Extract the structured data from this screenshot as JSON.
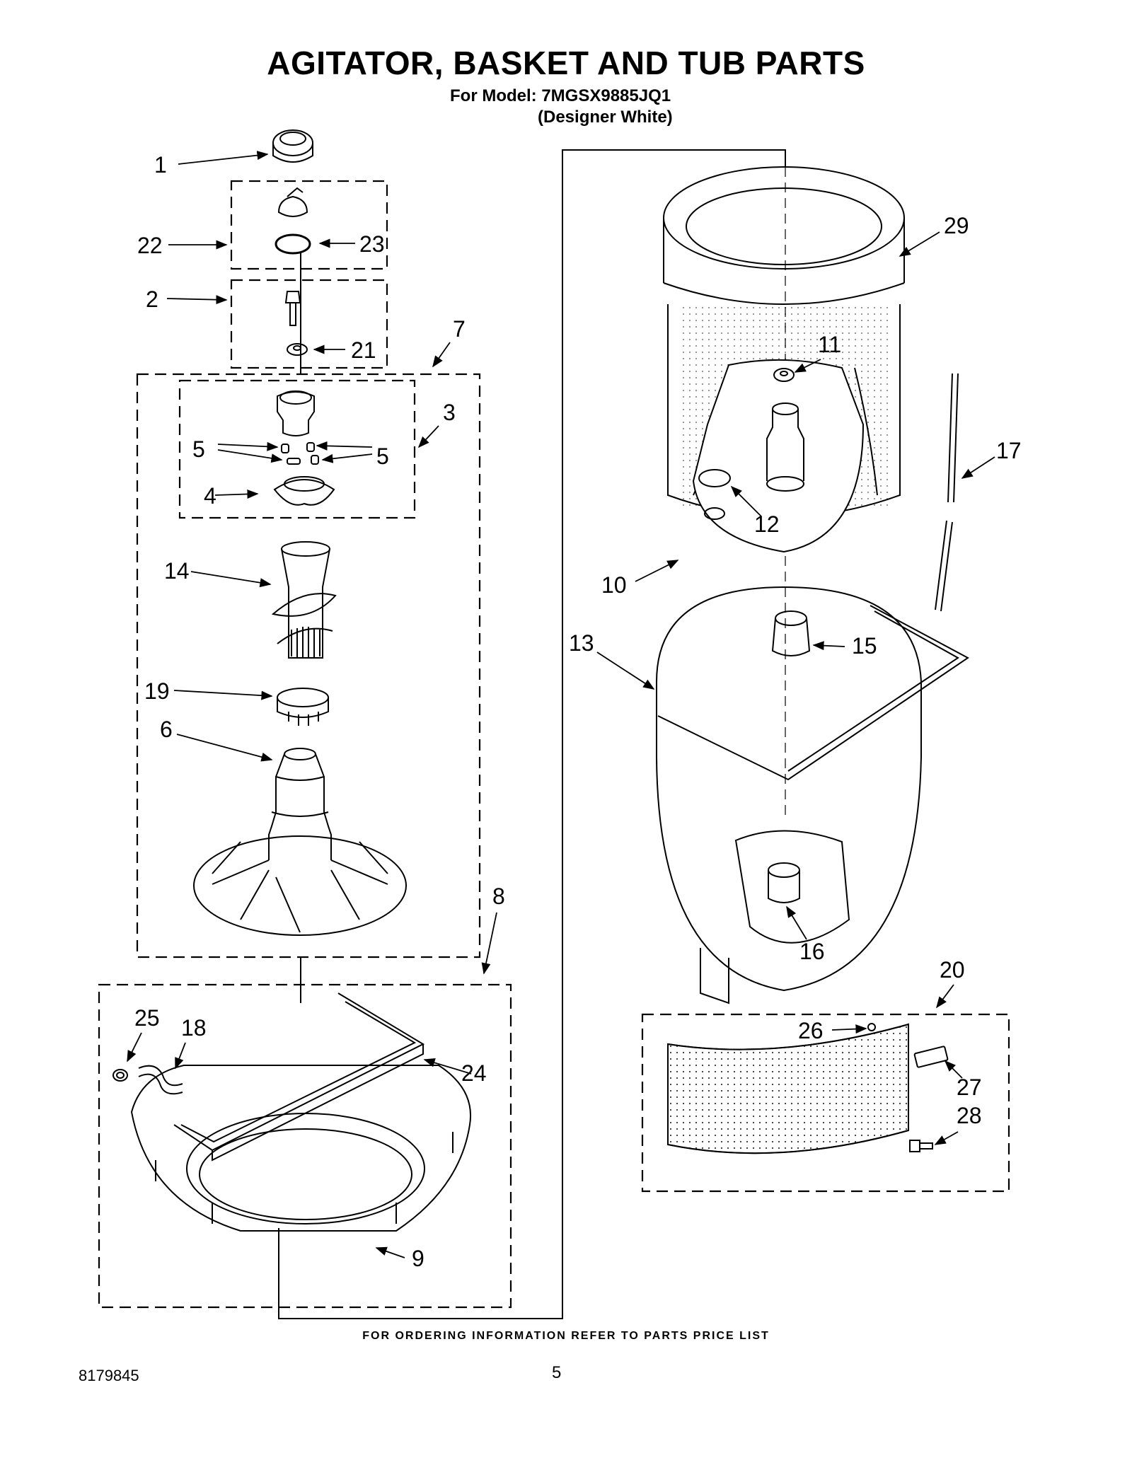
{
  "header": {
    "title": "AGITATOR, BASKET AND TUB PARTS",
    "model_line": "For Model: 7MGSX9885JQ1",
    "variant": "(Designer White)"
  },
  "callouts": {
    "c1": "1",
    "c2": "2",
    "c3": "3",
    "c4": "4",
    "c5a": "5",
    "c5b": "5",
    "c6": "6",
    "c7": "7",
    "c8": "8",
    "c9": "9",
    "c10": "10",
    "c11": "11",
    "c12": "12",
    "c13": "13",
    "c14": "14",
    "c15": "15",
    "c16": "16",
    "c17": "17",
    "c18": "18",
    "c19": "19",
    "c20": "20",
    "c21": "21",
    "c22": "22",
    "c23": "23",
    "c24": "24",
    "c25": "25",
    "c26": "26",
    "c27": "27",
    "c28": "28",
    "c29": "29"
  },
  "footer": {
    "ordering_note": "FOR ORDERING INFORMATION REFER TO PARTS PRICE LIST",
    "document_number": "8179845",
    "page_number": "5"
  }
}
